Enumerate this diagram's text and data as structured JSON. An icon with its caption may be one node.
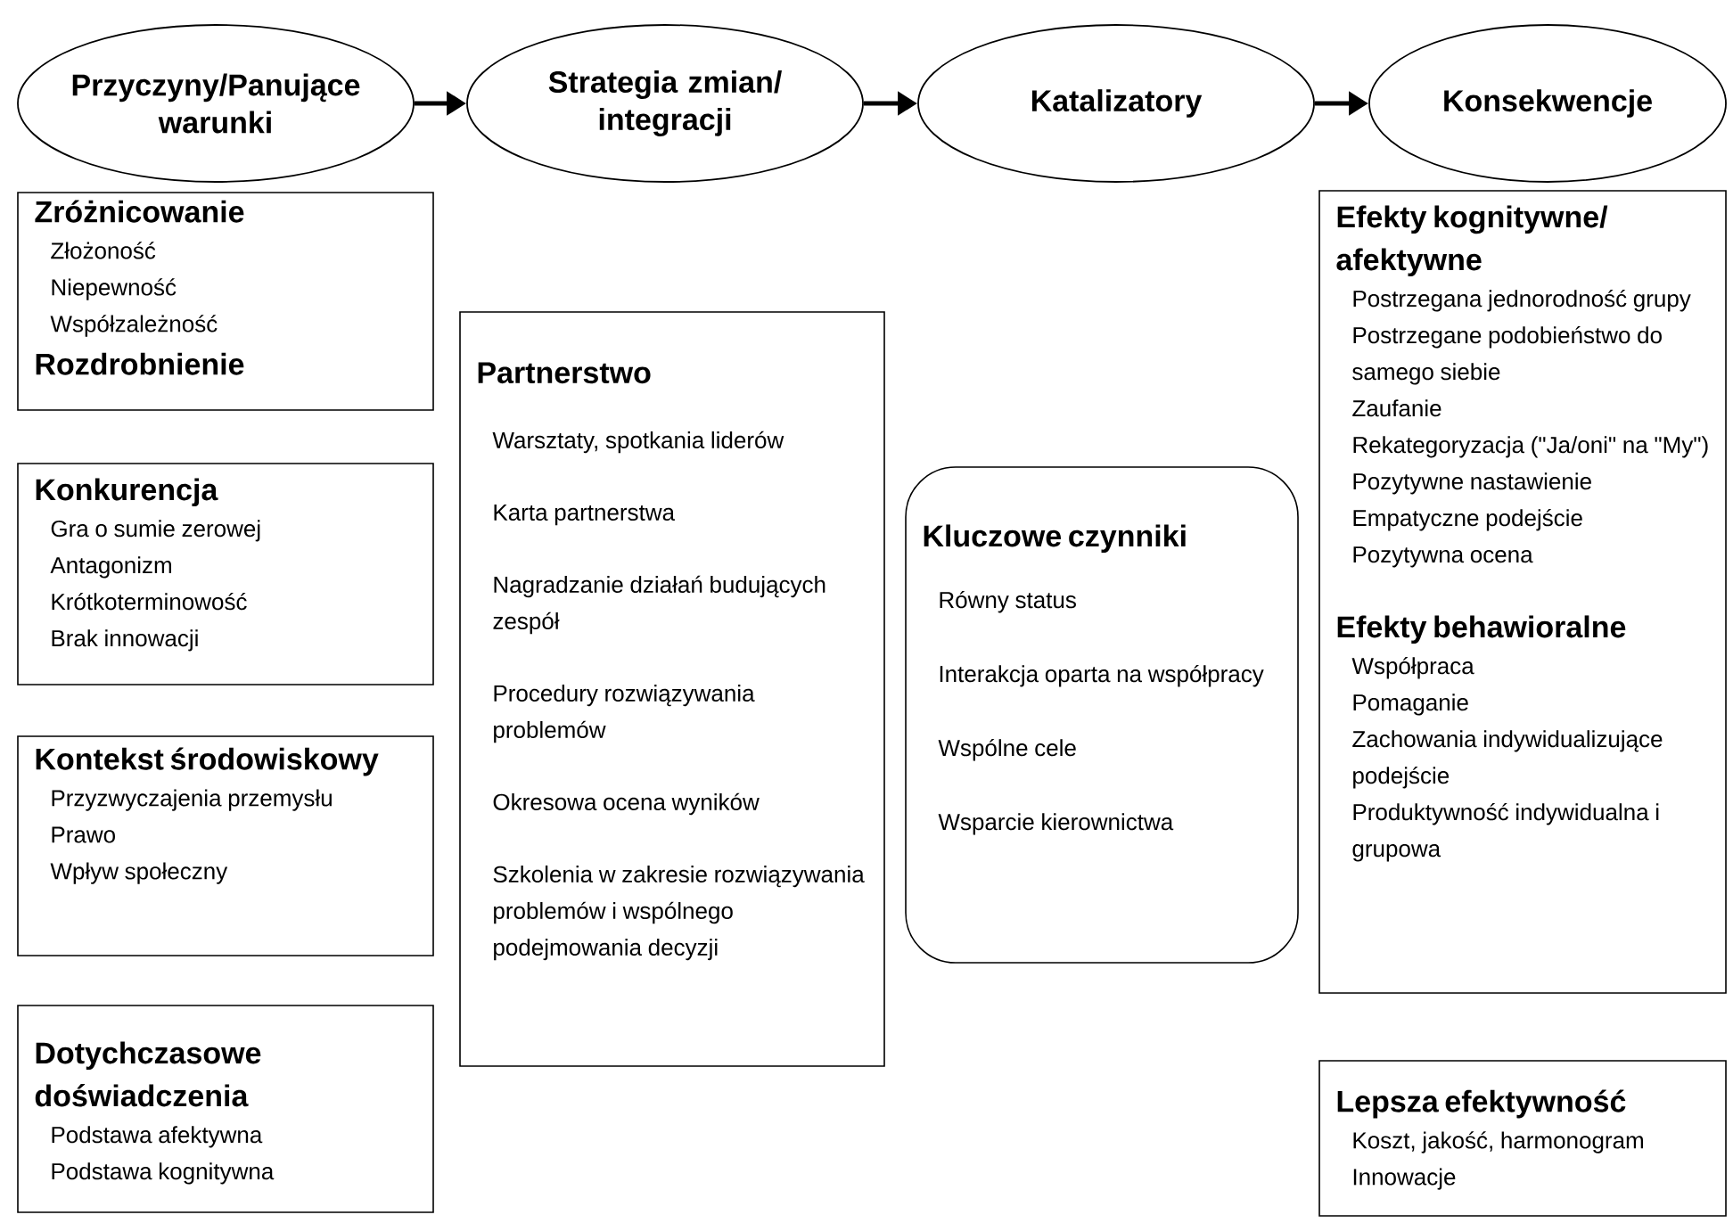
{
  "diagram": {
    "nodes": [
      {
        "text": [
          "Przyczyny/Panujące warunki"
        ]
      },
      {
        "text": [
          "Strategia zmian/ integracji"
        ]
      },
      {
        "text": [
          "Katalizatory"
        ]
      },
      {
        "text": [
          "Konsekwencje"
        ]
      },
      {
        "text": [
          "Zróżnicowanie",
          "Złożoność",
          "Niepewność",
          "Współzależność",
          "Rozdrobnienie"
        ]
      },
      {
        "text": [
          "Konkurencja",
          "Gra o sumie zerowej",
          "Antagonizm",
          "Krótkoterminowość",
          "Brak innowacji"
        ]
      },
      {
        "text": [
          "Kontekst środowiskowy",
          "Przyzwyczajenia przemysłu",
          "Prawo",
          "Wpływ społeczny"
        ]
      },
      {
        "text": [
          "Dotychczasowe doświadczenia",
          "Podstawa afektywna",
          "Podstawa kognitywna"
        ]
      },
      {
        "text": [
          "Partnerstwo",
          "Warsztaty, spotkania liderów",
          "Karta partnerstwa",
          "Nagradzanie działań budujących zespół",
          "Procedury rozwiązywania problemów",
          "Okresowa ocena wyników",
          "Szkolenia w zakresie rozwiązywania problemów i wspólnego podejmowania decyzji"
        ]
      },
      {
        "text": [
          "Kluczowe czynniki",
          "Równy status",
          "Interakcja oparta na współpracy",
          "Wspólne cele",
          "Wsparcie kierownictwa"
        ]
      },
      {
        "text": [
          "Efekty kognitywne/ afektywne",
          "Postrzegana jednorodność grupy",
          "Postrzegane podobieństwo do samego siebie",
          "Zaufanie",
          "Rekategoryzacja (\"Ja/oni\" na \"My\")",
          "Pozytywne nastawienie",
          "Empatyczne podejście",
          "Pozytywna ocena",
          "Efekty behawioralne",
          "Współpraca",
          "Pomaganie",
          "Zachowania indywidualizujące podejście",
          "Produktywność indywidualna i grupowa"
        ]
      },
      {
        "text": [
          "Lepsza efektywność",
          "Koszt, jakość, harmonogram",
          "Innowacje"
        ]
      }
    ],
    "edges": [
      {
        "from": 0,
        "to": 1,
        "arrow": "to"
      },
      {
        "from": 1,
        "to": 2,
        "arrow": "to"
      },
      {
        "from": 2,
        "to": 3,
        "arrow": "to"
      }
    ]
  }
}
